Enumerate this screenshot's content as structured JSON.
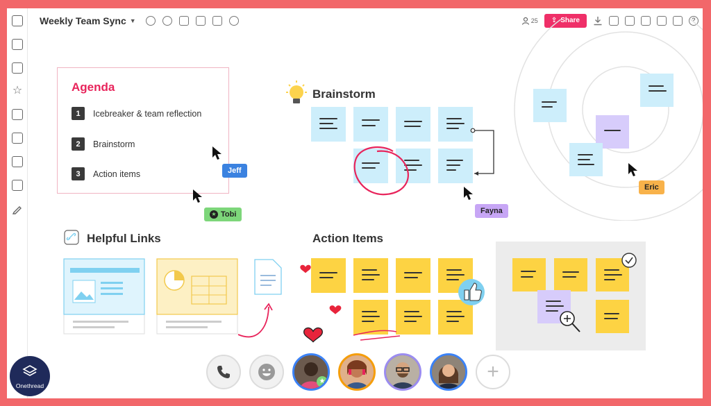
{
  "board": {
    "title": "Weekly Team Sync",
    "share_label": "Share",
    "user_count": "25"
  },
  "agenda": {
    "title": "Agenda",
    "items": [
      {
        "num": "1",
        "label": "Icebreaker & team reflection"
      },
      {
        "num": "2",
        "label": "Brainstorm"
      },
      {
        "num": "3",
        "label": "Action items"
      }
    ]
  },
  "sections": {
    "brainstorm": "Brainstorm",
    "helpful_links": "Helpful Links",
    "action_items": "Action Items"
  },
  "collaborators": [
    {
      "name": "Jeff",
      "color": "#3b82e0"
    },
    {
      "name": "Tobi",
      "color": "#7dd67a"
    },
    {
      "name": "Fayna",
      "color": "#c7a6f5"
    },
    {
      "name": "Eric",
      "color": "#f8b24a"
    }
  ],
  "brand": {
    "name": "Onethread"
  },
  "colors": {
    "accent": "#ef2f68",
    "agenda_title": "#e8245b",
    "frame": "#f2676a"
  }
}
